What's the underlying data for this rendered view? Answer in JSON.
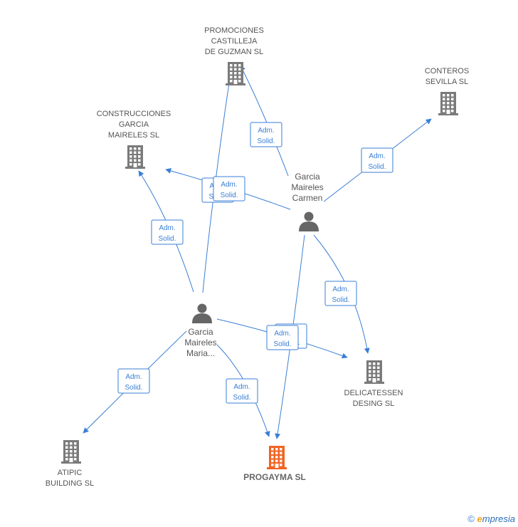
{
  "colors": {
    "edge": "#3a7fd5",
    "company": "#7a7a7a",
    "main_company": "#f26322",
    "person": "#666666"
  },
  "companies": [
    {
      "id": "promociones",
      "lines": [
        "PROMOCIONES",
        "CASTILLEJA",
        "DE GUZMAN SL"
      ],
      "icon": "building-icon"
    },
    {
      "id": "conteros",
      "lines": [
        "CONTEROS",
        "SEVILLA SL"
      ],
      "icon": "building-icon"
    },
    {
      "id": "construcciones",
      "lines": [
        "CONSTRUCCIONES",
        "GARCIA",
        "MAIRELES SL"
      ],
      "icon": "building-icon"
    },
    {
      "id": "delicatessen",
      "lines": [
        "DELICATESSEN",
        "DESING SL"
      ],
      "icon": "building-icon"
    },
    {
      "id": "atipic",
      "lines": [
        "ATIPIC",
        "BUILDING SL"
      ],
      "icon": "building-icon"
    },
    {
      "id": "progayma",
      "lines": [
        "PROGAYMA SL"
      ],
      "icon": "building-icon",
      "main": true
    }
  ],
  "persons": [
    {
      "id": "carmen",
      "lines": [
        "Garcia",
        "Maireles",
        "Carmen"
      ],
      "icon": "person-icon"
    },
    {
      "id": "maria",
      "lines": [
        "Garcia",
        "Maireles",
        "Maria..."
      ],
      "icon": "person-icon"
    }
  ],
  "edges": [
    {
      "from": "carmen",
      "to": "promociones",
      "label": [
        "Adm.",
        "Solid."
      ]
    },
    {
      "from": "carmen",
      "to": "conteros",
      "label": [
        "Adm.",
        "Solid."
      ]
    },
    {
      "from": "carmen",
      "to": "construcciones",
      "label": [
        "Adm.",
        "Solid."
      ]
    },
    {
      "from": "carmen",
      "to": "delicatessen",
      "label": [
        "Adm.",
        "Solid."
      ]
    },
    {
      "from": "carmen",
      "to": "progayma",
      "label": [
        "Adm.",
        "Solid."
      ]
    },
    {
      "from": "maria",
      "to": "promociones",
      "label": [
        "Adm.",
        "Solid."
      ]
    },
    {
      "from": "maria",
      "to": "construcciones",
      "label": [
        "Adm.",
        "Solid."
      ]
    },
    {
      "from": "maria",
      "to": "delicatessen",
      "label": [
        "Adm.",
        "Solid."
      ]
    },
    {
      "from": "maria",
      "to": "atipic",
      "label": [
        "Adm.",
        "Solid."
      ]
    },
    {
      "from": "maria",
      "to": "progayma",
      "label": [
        "Adm.",
        "Solid."
      ]
    }
  ],
  "footer": {
    "copyright": "©",
    "brand_initial": "e",
    "brand_rest": "mpresia"
  }
}
